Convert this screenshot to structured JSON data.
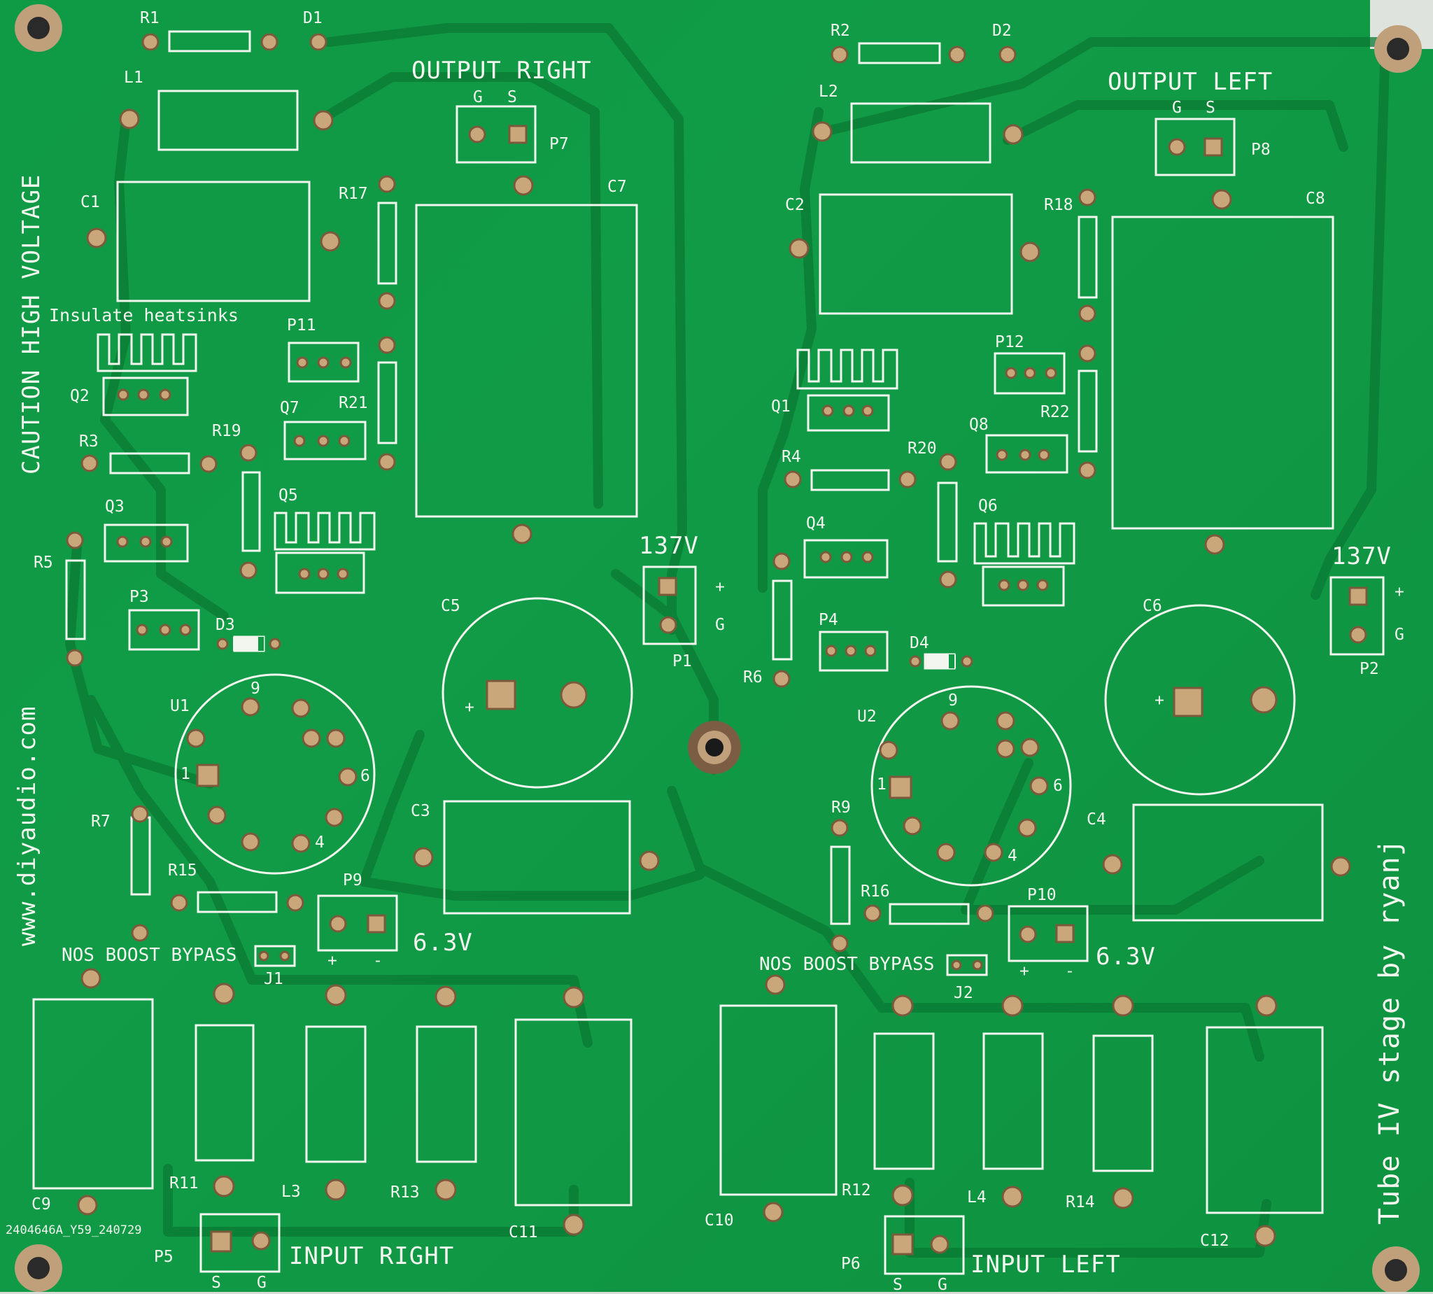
{
  "board_text": {
    "caution": "CAUTION HIGH VOLTAGE",
    "website": "www.diyaudio.com",
    "title": "Tube IV stage by ryanj",
    "insulate_note": "Insulate heatsinks",
    "batch_code": "2404646A_Y59_240729"
  },
  "right_channel": {
    "output_label": "OUTPUT RIGHT",
    "input_label": "INPUT RIGHT",
    "voltage_hv": "137V",
    "voltage_heater": "6.3V",
    "nos_label": "NOS BOOST BYPASS"
  },
  "left_channel": {
    "output_label": "OUTPUT LEFT",
    "input_label": "INPUT LEFT",
    "voltage_hv": "137V",
    "voltage_heater": "6.3V",
    "nos_label": "NOS BOOST BYPASS"
  },
  "pins": {
    "g": "G",
    "s": "S",
    "plus": "+",
    "minus": "-",
    "tube_pin1": "1",
    "tube_pin4": "4",
    "tube_pin6": "6",
    "tube_pin9": "9"
  },
  "refs": {
    "R1": "R1",
    "R2": "R2",
    "R3": "R3",
    "R4": "R4",
    "R5": "R5",
    "R6": "R6",
    "R7": "R7",
    "R9": "R9",
    "R11": "R11",
    "R12": "R12",
    "R13": "R13",
    "R14": "R14",
    "R15": "R15",
    "R16": "R16",
    "R17": "R17",
    "R18": "R18",
    "R19": "R19",
    "R20": "R20",
    "R21": "R21",
    "R22": "R22",
    "D1": "D1",
    "D2": "D2",
    "D3": "D3",
    "D4": "D4",
    "L1": "L1",
    "L2": "L2",
    "L3": "L3",
    "L4": "L4",
    "C1": "C1",
    "C2": "C2",
    "C3": "C3",
    "C4": "C4",
    "C5": "C5",
    "C6": "C6",
    "C7": "C7",
    "C8": "C8",
    "C9": "C9",
    "C10": "C10",
    "C11": "C11",
    "C12": "C12",
    "Q1": "Q1",
    "Q2": "Q2",
    "Q3": "Q3",
    "Q4": "Q4",
    "Q5": "Q5",
    "Q6": "Q6",
    "Q7": "Q7",
    "Q8": "Q8",
    "P1": "P1",
    "P2": "P2",
    "P3": "P3",
    "P4": "P4",
    "P5": "P5",
    "P6": "P6",
    "P7": "P7",
    "P8": "P8",
    "P9": "P9",
    "P10": "P10",
    "P11": "P11",
    "P12": "P12",
    "U1": "U1",
    "U2": "U2",
    "J1": "J1",
    "J2": "J2"
  },
  "colors": {
    "soldermask": "#0f9a45",
    "silkscreen": "#f2f6ef",
    "copper_pad": "#c9a77a",
    "trace": "#0a7a34"
  }
}
